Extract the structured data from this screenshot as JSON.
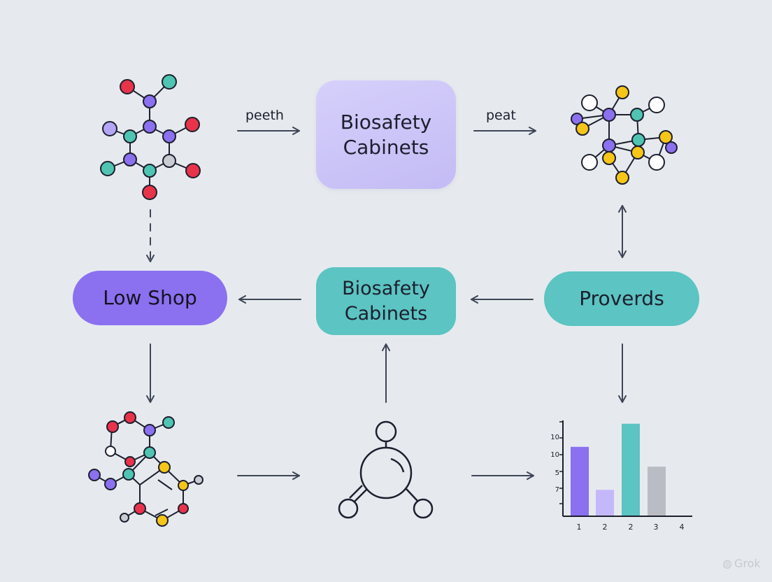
{
  "nodes": {
    "top_center": "Biosafety\nCabinets",
    "mid_left": "Low Shop",
    "mid_center": "Biosafety\nCabinets",
    "mid_right": "Proverds"
  },
  "edge_labels": {
    "top_left_arrow": "peeth",
    "top_right_arrow": "peat"
  },
  "chart_data": {
    "type": "bar",
    "categories": [
      "1",
      "2",
      "2",
      "3"
    ],
    "extra_x_tick": "4",
    "values": [
      10.5,
      4,
      14,
      7.5
    ],
    "y_tick_labels": [
      "10",
      "10",
      "5",
      "7"
    ],
    "colors": [
      "#8b70f0",
      "#c5b8fa",
      "#5cc4c2",
      "#b9bcc2"
    ],
    "ylim": [
      0,
      14.5
    ],
    "title": "",
    "xlabel": "",
    "ylabel": "",
    "grid": false
  },
  "colors": {
    "background": "#e6eaee",
    "purple": "#8b70f0",
    "teal": "#5cc4c2",
    "lavender": "#c3bbf4",
    "red": "#e8334a",
    "yellow": "#f5c518",
    "arrow": "#3e4556"
  },
  "watermark": {
    "icon": "grok-logo-icon",
    "text": "Grok"
  }
}
